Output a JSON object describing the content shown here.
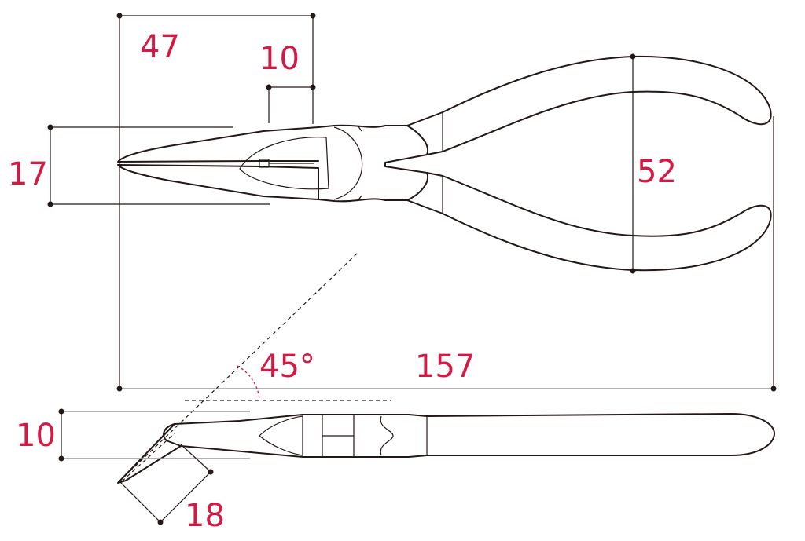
{
  "colors": {
    "dimension_text": "#d21a45",
    "outline": "#231815"
  },
  "dimensions": {
    "nose_length": "47",
    "jaw_width": "10",
    "nose_height": "17",
    "handle_span": "52",
    "bend_angle": "45°",
    "overall_length": "157",
    "side_thickness": "10",
    "bent_tip": "18"
  }
}
